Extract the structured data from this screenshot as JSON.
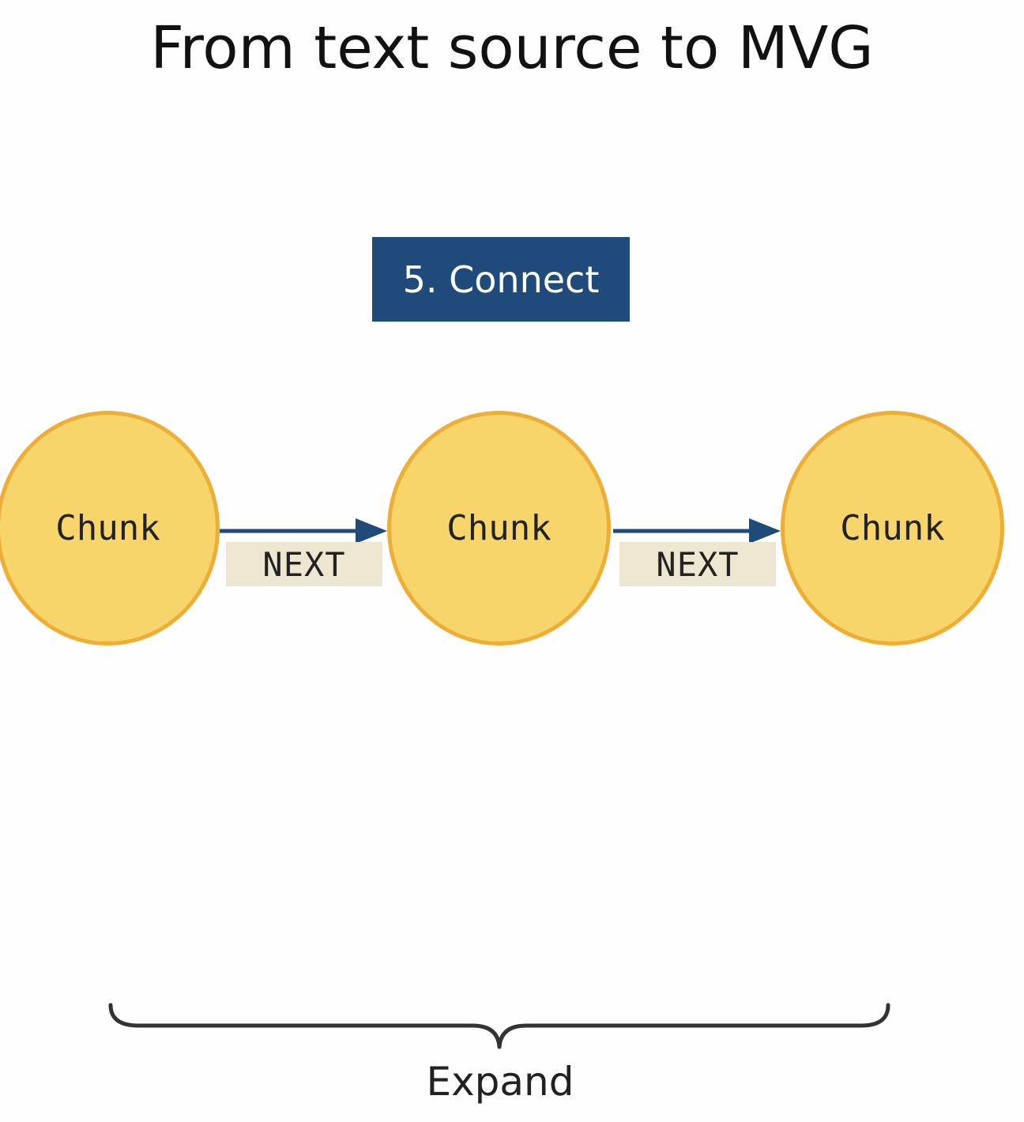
{
  "title": "From text source to MVG",
  "step": {
    "label": "5. Connect"
  },
  "nodes": [
    {
      "label": "Chunk"
    },
    {
      "label": "Chunk"
    },
    {
      "label": "Chunk"
    }
  ],
  "edges": [
    {
      "label": "NEXT",
      "from": 0,
      "to": 1
    },
    {
      "label": "NEXT",
      "from": 1,
      "to": 2
    }
  ],
  "footer": {
    "label": "Expand"
  },
  "colors": {
    "node_fill": "#f7d56a",
    "node_stroke": "#eeae35",
    "step_box": "#1f4a7a",
    "edge_arrow": "#1f4a7a",
    "edge_label_bg": "#ede6d0",
    "brace": "#333333"
  }
}
